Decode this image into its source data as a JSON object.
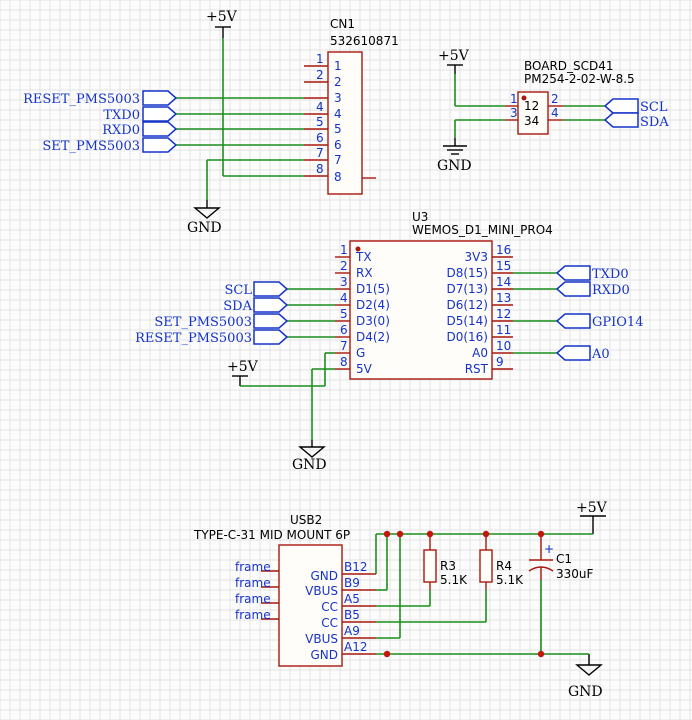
{
  "power": {
    "vcc": "+5V",
    "gnd": "GND"
  },
  "cn1": {
    "ref": "CN1",
    "value": "532610871",
    "pins": [
      "1",
      "2",
      "3",
      "4",
      "5",
      "6",
      "7",
      "8"
    ],
    "nets": [
      "RESET_PMS5003",
      "TXD0",
      "RXD0",
      "SET_PMS5003"
    ]
  },
  "scd41": {
    "ref": "BOARD_SCD41",
    "value": "PM254-2-02-W-8.5",
    "pin_nums": [
      "1",
      "2",
      "3",
      "4"
    ],
    "inner": [
      "12",
      "34"
    ],
    "nets": [
      "SCL",
      "SDA"
    ]
  },
  "u3": {
    "ref": "U3",
    "value": "WEMOS_D1_MINI_PRO4",
    "left_nums": [
      "1",
      "2",
      "3",
      "4",
      "5",
      "6",
      "7",
      "8"
    ],
    "left_names": [
      "TX",
      "RX",
      "D1(5)",
      "D2(4)",
      "D3(0)",
      "D4(2)",
      "G",
      "5V"
    ],
    "right_nums": [
      "16",
      "15",
      "14",
      "13",
      "12",
      "11",
      "10",
      "9"
    ],
    "right_names": [
      "3V3",
      "D8(15)",
      "D7(13)",
      "D6(12)",
      "D5(14)",
      "D0(16)",
      "A0",
      "RST"
    ],
    "left_nets": [
      "SCL",
      "SDA",
      "SET_PMS5003",
      "RESET_PMS5003"
    ],
    "right_nets": [
      "TXD0",
      "RXD0",
      "GPIO14",
      "A0"
    ]
  },
  "usb2": {
    "ref": "USB2",
    "value": "TYPE-C-31 MID MOUNT 6P",
    "frames": [
      "frame",
      "frame",
      "frame",
      "frame"
    ],
    "names": [
      "GND",
      "VBUS",
      "CC",
      "CC",
      "VBUS",
      "GND"
    ],
    "nums": [
      "B12",
      "B9",
      "A5",
      "B5",
      "A9",
      "A12"
    ]
  },
  "r3": {
    "ref": "R3",
    "value": "5.1K"
  },
  "r4": {
    "ref": "R4",
    "value": "5.1K"
  },
  "c1": {
    "ref": "C1",
    "value": "330uF",
    "polarity": "+"
  }
}
